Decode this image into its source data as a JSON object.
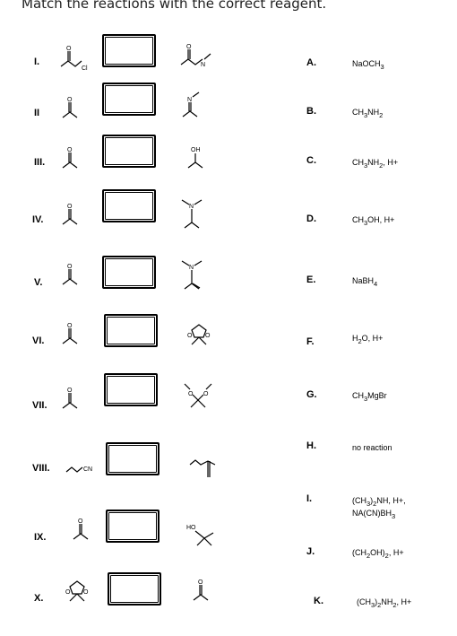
{
  "title": "Match the reactions with the correct reagent.",
  "reactions": [
    {
      "num": "I.",
      "reactant": "acid-chloride",
      "reactant_label": "Cl",
      "product": "amide",
      "product_label": "N"
    },
    {
      "num": "II",
      "reactant": "ketone",
      "product": "imine",
      "product_label": "N"
    },
    {
      "num": "III.",
      "reactant": "ketone",
      "product": "secondary-alcohol",
      "product_label": "OH"
    },
    {
      "num": "IV.",
      "reactant": "ketone",
      "product": "tertiary-amine",
      "product_label": "N"
    },
    {
      "num": "V.",
      "reactant": "ketone",
      "product": "enamine",
      "product_label": "N"
    },
    {
      "num": "VI.",
      "reactant": "ketone",
      "product": "cyclic-ketal",
      "product_label": "O O"
    },
    {
      "num": "VII.",
      "reactant": "ketone",
      "product": "dimethyl-ketal",
      "product_label": "O O"
    },
    {
      "num": "VIII.",
      "reactant": "nitrile",
      "reactant_label": "CN",
      "product": "methyl-ketone"
    },
    {
      "num": "IX.",
      "reactant": "ketone",
      "product": "tertiary-alcohol",
      "product_label": "HO"
    },
    {
      "num": "X.",
      "reactant": "cyclic-ketal",
      "reactant_label": "O O",
      "product": "ketone"
    }
  ],
  "options": [
    {
      "letter": "A.",
      "l1": "NaOCH",
      "s1": "3",
      "l1b": "",
      "line2": ""
    },
    {
      "letter": "B.",
      "l1": "CH",
      "s1": "3",
      "l1b": "NH",
      "s2": "2",
      "l1c": "",
      "line2": ""
    },
    {
      "letter": "C.",
      "l1": "CH",
      "s1": "3",
      "l1b": "NH",
      "s2": "2",
      "l1c": ", H+",
      "line2": ""
    },
    {
      "letter": "D.",
      "l1": "CH",
      "s1": "3",
      "l1b": "OH, H+",
      "line2": ""
    },
    {
      "letter": "E.",
      "l1": "NaBH",
      "s1": "4",
      "l1b": "",
      "line2": ""
    },
    {
      "letter": "F.",
      "l1": "H",
      "s1": "2",
      "l1b": "O, H+",
      "line2": ""
    },
    {
      "letter": "G.",
      "l1": "CH",
      "s1": "3",
      "l1b": "MgBr",
      "line2": ""
    },
    {
      "letter": "H.",
      "l1": "no reaction",
      "l1b": "",
      "line2": ""
    },
    {
      "letter": "I.",
      "l1": "(CH",
      "s1": "3",
      "l1b": ")",
      "s2": "2",
      "l1c": "NH, H+,",
      "line2": "NA(CN)BH",
      "s3": "3"
    },
    {
      "letter": "J.",
      "l1": "(CH",
      "s1": "2",
      "l1b": "OH)",
      "s2": "2",
      "l1c": ", H+",
      "line2": ""
    },
    {
      "letter": "K.",
      "l1": "(CH",
      "s1": "3",
      "l1b": ")",
      "s2": "2",
      "l1c": "NH",
      "s4": "2",
      "l1d": ", H+",
      "line2": ""
    }
  ]
}
